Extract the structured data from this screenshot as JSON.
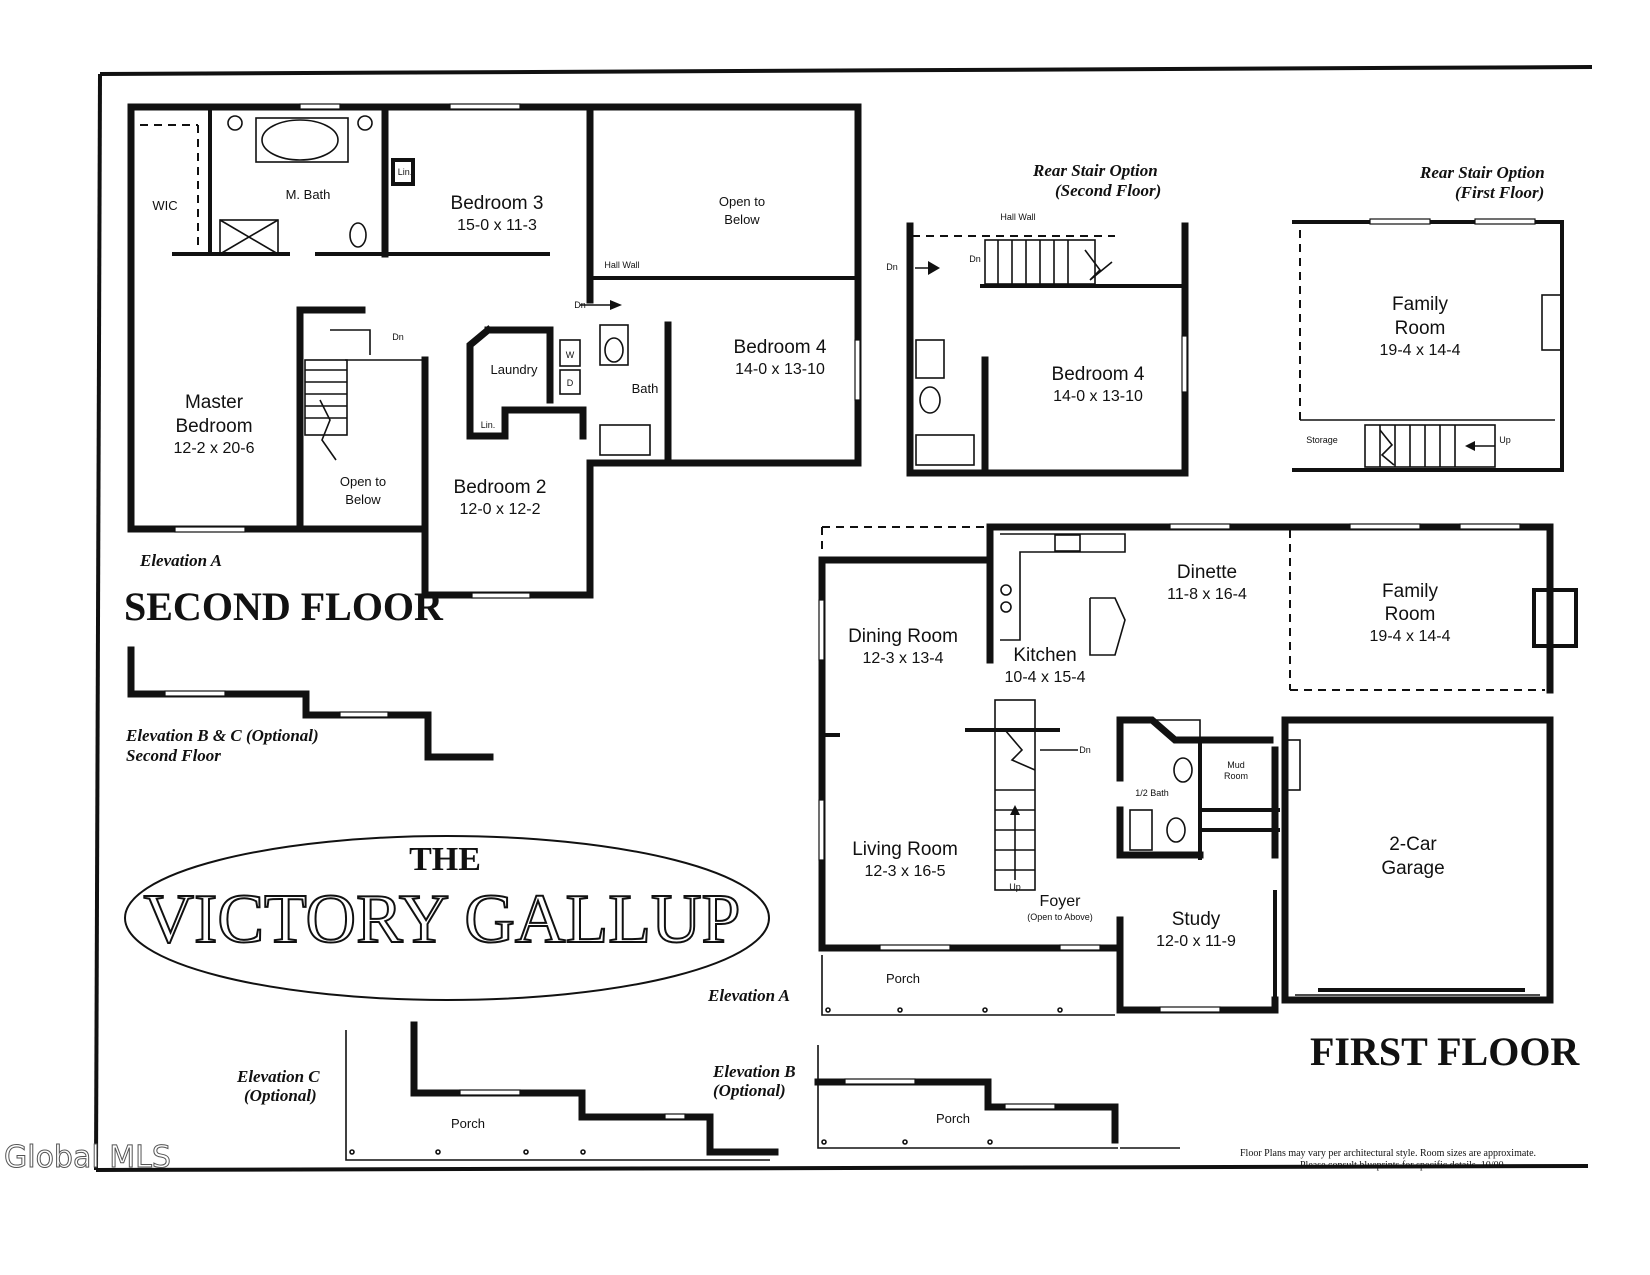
{
  "title": {
    "the": "THE",
    "name": "VICTORY GALLUP"
  },
  "second_floor": {
    "heading": "SECOND FLOOR",
    "elevation_label": "Elevation A",
    "rooms": {
      "wic": "WIC",
      "master_bath": "M. Bath",
      "linen_1": "Lin.",
      "bedroom3_name": "Bedroom 3",
      "bedroom3_dim": "15-0 x 11-3",
      "open_below_top_1": "Open to",
      "open_below_top_2": "Below",
      "hall_wall": "Hall Wall",
      "dn_1": "Dn",
      "dn_2": "Dn",
      "laundry": "Laundry",
      "washer": "W",
      "dryer": "D",
      "linen_2": "Lin.",
      "bath": "Bath",
      "bedroom4_name": "Bedroom 4",
      "bedroom4_dim": "14-0 x 13-10",
      "master_name_1": "Master",
      "master_name_2": "Bedroom",
      "master_dim": "12-2 x 20-6",
      "open_below_mid_1": "Open to",
      "open_below_mid_2": "Below",
      "bedroom2_name": "Bedroom 2",
      "bedroom2_dim": "12-0 x 12-2"
    }
  },
  "elevation_bc_second": {
    "line1": "Elevation B & C (Optional)",
    "line2": "Second Floor"
  },
  "rear_stair_second": {
    "caption1": "Rear Stair Option",
    "caption2": "(Second Floor)",
    "hall_wall": "Hall Wall",
    "dn_1": "Dn",
    "dn_2": "Dn",
    "bedroom4_name": "Bedroom 4",
    "bedroom4_dim": "14-0 x 13-10"
  },
  "rear_stair_first": {
    "caption1": "Rear Stair Option",
    "caption2": "(First Floor)",
    "family_name_1": "Family",
    "family_name_2": "Room",
    "family_dim": "19-4 x 14-4",
    "storage": "Storage",
    "up": "Up"
  },
  "first_floor": {
    "heading": "FIRST FLOOR",
    "elevation_label": "Elevation A",
    "rooms": {
      "dinette_name": "Dinette",
      "dinette_dim": "11-8 x 16-4",
      "family_name_1": "Family",
      "family_name_2": "Room",
      "family_dim": "19-4 x 14-4",
      "dining_name": "Dining Room",
      "dining_dim": "12-3 x 13-4",
      "kitchen_name": "Kitchen",
      "kitchen_dim": "10-4 x 15-4",
      "dn": "Dn",
      "mud_room_1": "Mud",
      "mud_room_2": "Room",
      "half_bath": "1/2 Bath",
      "garage_1": "2-Car",
      "garage_2": "Garage",
      "living_name": "Living Room",
      "living_dim": "12-3 x 16-5",
      "up": "Up",
      "foyer_name": "Foyer",
      "foyer_note": "(Open to Above)",
      "study_name": "Study",
      "study_dim": "12-0 x 11-9",
      "porch": "Porch"
    }
  },
  "elevation_c": {
    "line1": "Elevation C",
    "line2": "(Optional)",
    "porch": "Porch"
  },
  "elevation_b": {
    "line1": "Elevation B",
    "line2": "(Optional)",
    "porch": "Porch"
  },
  "disclaimer": {
    "line1": "Floor Plans may vary per architectural style. Room sizes are approximate.",
    "line2": "Please consult blueprints for specific details. 10/00"
  },
  "watermark": "Global MLS"
}
